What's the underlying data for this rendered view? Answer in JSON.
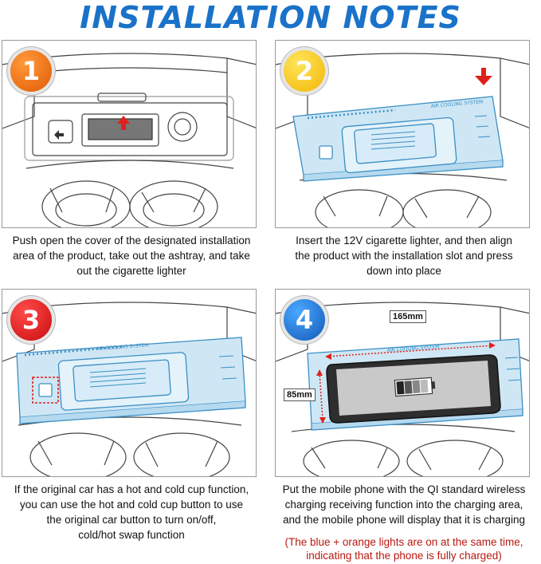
{
  "title": "INSTALLATION NOTES",
  "steps": [
    {
      "number": "1",
      "caption_lines": [
        "Push open the cover of the designated installation",
        "area of the product, take out the ashtray, and take",
        "out the cigarette lighter"
      ]
    },
    {
      "number": "2",
      "caption_lines": [
        "Insert the 12V cigarette lighter, and then align",
        "the product with the installation slot and press",
        "down into place"
      ],
      "panel_text": "AIR COOLING SYSTEM"
    },
    {
      "number": "3",
      "caption_lines": [
        "If the original car has a hot and cold cup function,",
        "you can use the hot and cold cup button to use",
        "the original car button to turn on/off,",
        "cold/hot swap function"
      ],
      "panel_text": "AIR COOLING SYSTEM"
    },
    {
      "number": "4",
      "caption_lines": [
        "Put the mobile phone with the QI standard wireless",
        "charging receiving function into the charging area,",
        "and the mobile phone will display that it is charging"
      ],
      "note_lines": [
        "(The blue + orange lights are on at the same time,",
        "indicating that the phone is fully charged)"
      ],
      "panel_text": "AIR COOLING SYSTEM",
      "width_label": "165mm",
      "height_label": "85mm"
    }
  ],
  "colors": {
    "title": "#1a72c9",
    "step1": "#e15a06",
    "step2": "#f2b705",
    "step3": "#c90d0d",
    "step4": "#1259b8",
    "note": "#b8190f",
    "product": "#cfe7f5",
    "arrow": "#e0211b"
  }
}
